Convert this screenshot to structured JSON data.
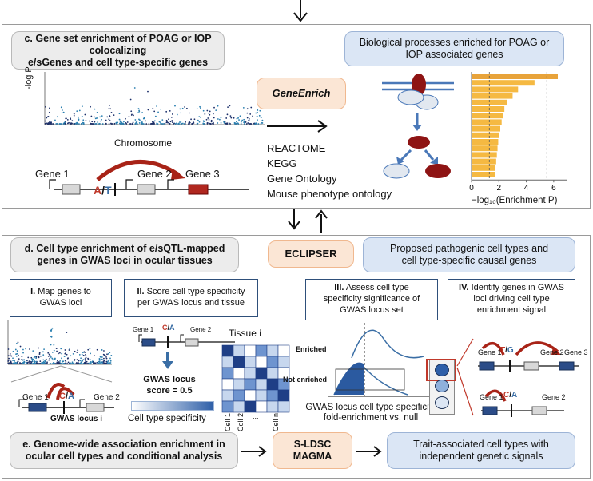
{
  "panel_c": {
    "title": "c. Gene set enrichment of POAG or IOP colocalizing e/sGenes and cell type-specific genes",
    "title_line1": "c. Gene set enrichment of POAG or IOP colocalizing",
    "title_line2": "e/sGenes and cell type-specific genes",
    "result_line1": "Biological processes enriched for POAG or",
    "result_line2": "IOP associated genes",
    "method": "GeneEnrich",
    "manhattan_ylabel": "-log P",
    "manhattan_xlabel": "Chromosome",
    "genes": [
      "Gene 1",
      "Gene 2",
      "Gene 3"
    ],
    "allele_a": "A",
    "allele_sep": "/",
    "allele_b": "T",
    "databases": [
      "REACTOME",
      "KEGG",
      "Gene Ontology",
      "Mouse phenotype ontology"
    ],
    "bar_axis_label": "−log₁₀(Enrichment P)",
    "bar_ticks": [
      "0",
      "2",
      "4",
      "6"
    ]
  },
  "panel_d": {
    "title_line1": "d. Cell type enrichment of e/sQTL-mapped",
    "title_line2": "genes in GWAS loci in ocular tissues",
    "method": "ECLIPSER",
    "result_line1": "Proposed pathogenic cell types and",
    "result_line2": "cell type-specific causal genes",
    "step1_num": "I.",
    "step1_line1": "Map genes to",
    "step1_line2": "GWAS loci",
    "step2_num": "II.",
    "step2_line1": "Score cell type specificity",
    "step2_line2": "per GWAS locus and tissue",
    "step3_num": "III.",
    "step3_line1": "Assess cell type",
    "step3_line2": "specificity significance of",
    "step3_line3": "GWAS locus set",
    "step4_num": "IV.",
    "step4_line1": "Identify genes in GWAS",
    "step4_line2": "loci driving cell type",
    "step4_line3": "enrichment signal",
    "locus_gene1": "Gene 1",
    "locus_gene2": "Gene 2",
    "locus_allele_a": "C",
    "locus_allele_b": "A",
    "locus_label": "GWAS locus i",
    "score_label_line1": "GWAS locus",
    "score_label_line2": "score = 0.5",
    "specificity_label": "Cell type specificity",
    "tissue_label": "Tissue i",
    "heatmap_cols": [
      "Cell 1",
      "Cell 2",
      "...",
      "Cell n"
    ],
    "enriched_label": "Enriched",
    "not_enriched_label": "Not enriched",
    "fold_line1": "GWAS locus cell type specificity",
    "fold_line2": "fold-enrichment vs. null",
    "driver_allele_a": "T",
    "driver_allele_b": "G",
    "driver_genes": [
      "Gene 1",
      "Gene 2",
      "Gene 3"
    ]
  },
  "panel_e": {
    "title_line1": "e. Genome-wide association enrichment in",
    "title_line2": "ocular cell types and conditional analysis",
    "method_line1": "S-LDSC",
    "method_line2": "MAGMA",
    "result_line1": "Trait-associated cell types with",
    "result_line2": "independent genetic signals"
  },
  "bar_chart": {
    "values": [
      6.3,
      4.6,
      3.4,
      3.0,
      2.6,
      2.4,
      2.3,
      2.2,
      2.1,
      2.0,
      1.95,
      1.9,
      1.85,
      1.8,
      1.75,
      1.7
    ],
    "xlim": [
      0,
      7
    ],
    "reference_lines": [
      1.3,
      5.5
    ]
  },
  "heatmap": {
    "cells": [
      [
        3,
        1,
        0,
        2,
        1,
        0
      ],
      [
        1,
        3,
        1,
        0,
        2,
        1
      ],
      [
        2,
        0,
        1,
        3,
        1,
        0
      ],
      [
        0,
        1,
        2,
        1,
        3,
        2
      ],
      [
        1,
        2,
        0,
        1,
        2,
        3
      ],
      [
        2,
        1,
        3,
        0,
        1,
        1
      ]
    ]
  },
  "colors": {
    "accent_blue": "#2e4f7a",
    "dark_red": "#8e1414",
    "bar_orange": "#f5b942",
    "bar_top": "#e8a33a",
    "red_allele": "#c0392b",
    "blue_allele": "#3a6ea5"
  }
}
